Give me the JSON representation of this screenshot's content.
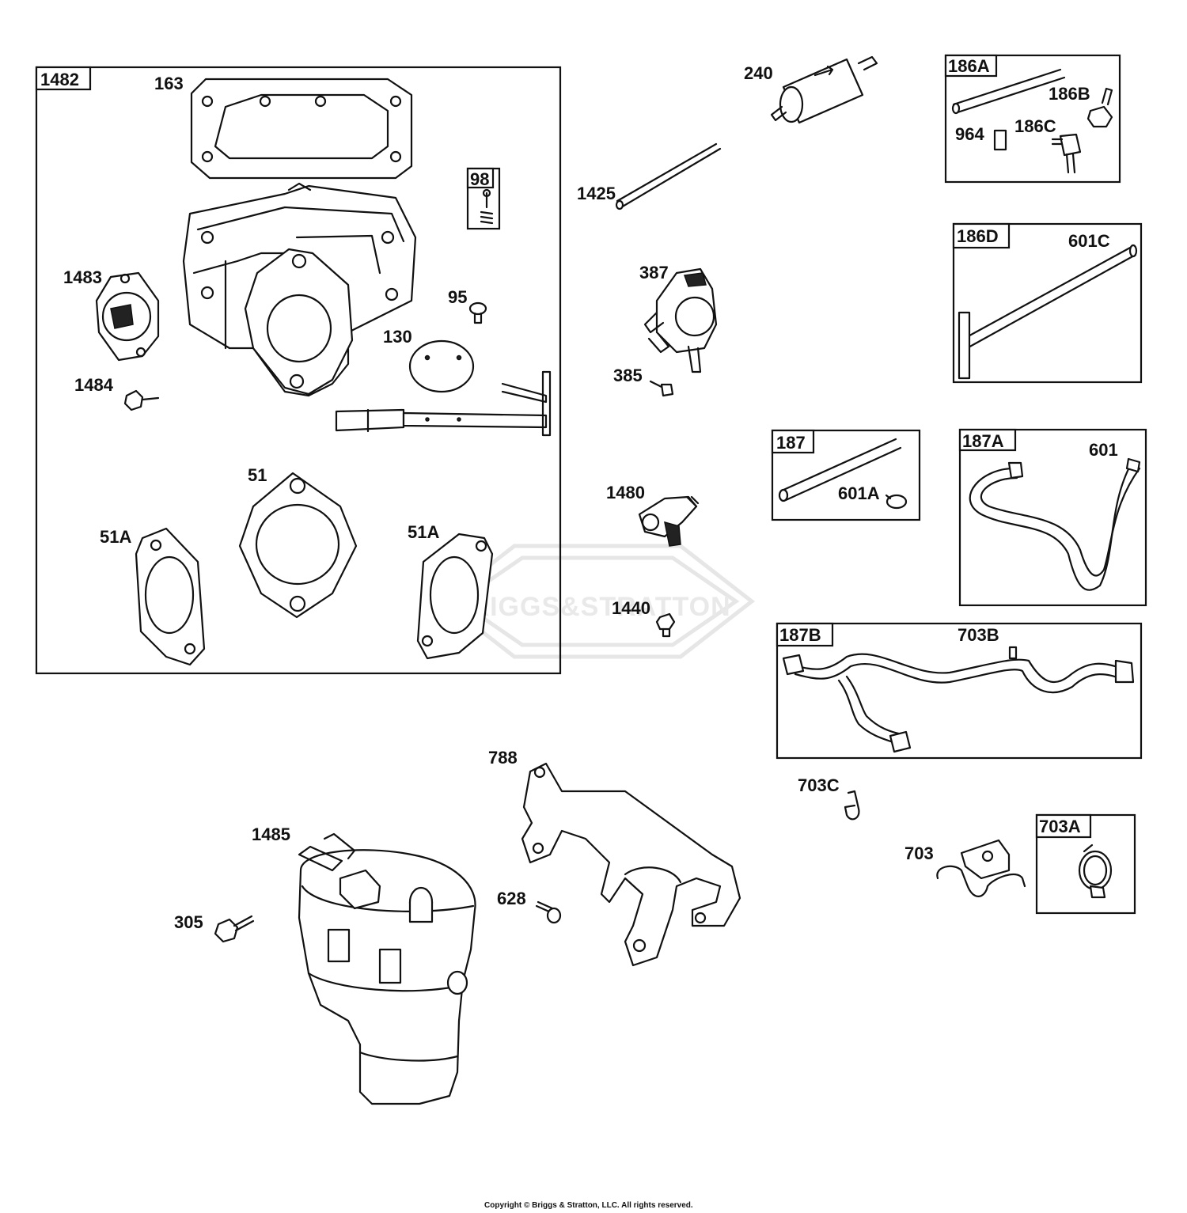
{
  "watermark": {
    "brand": "BRIGGS&STRATTON"
  },
  "copyright": "Copyright © Briggs & Stratton, LLC. All rights reserved.",
  "groups": {
    "g1482": "1482",
    "g98": "98",
    "g186A": "186A",
    "g186D": "186D",
    "g187": "187",
    "g187A": "187A",
    "g187B": "187B",
    "g703A": "703A"
  },
  "labels": {
    "p163": "163",
    "p1483": "1483",
    "p1484": "1484",
    "p95": "95",
    "p130": "130",
    "p51": "51",
    "p51A_left": "51A",
    "p51A_right": "51A",
    "p240": "240",
    "p1425": "1425",
    "p387": "387",
    "p385": "385",
    "p1480": "1480",
    "p1440": "1440",
    "p186B": "186B",
    "p964": "964",
    "p186C": "186C",
    "p601C": "601C",
    "p601A": "601A",
    "p601": "601",
    "p703B": "703B",
    "p788": "788",
    "p1485": "1485",
    "p305": "305",
    "p628": "628",
    "p703C": "703C",
    "p703": "703"
  }
}
